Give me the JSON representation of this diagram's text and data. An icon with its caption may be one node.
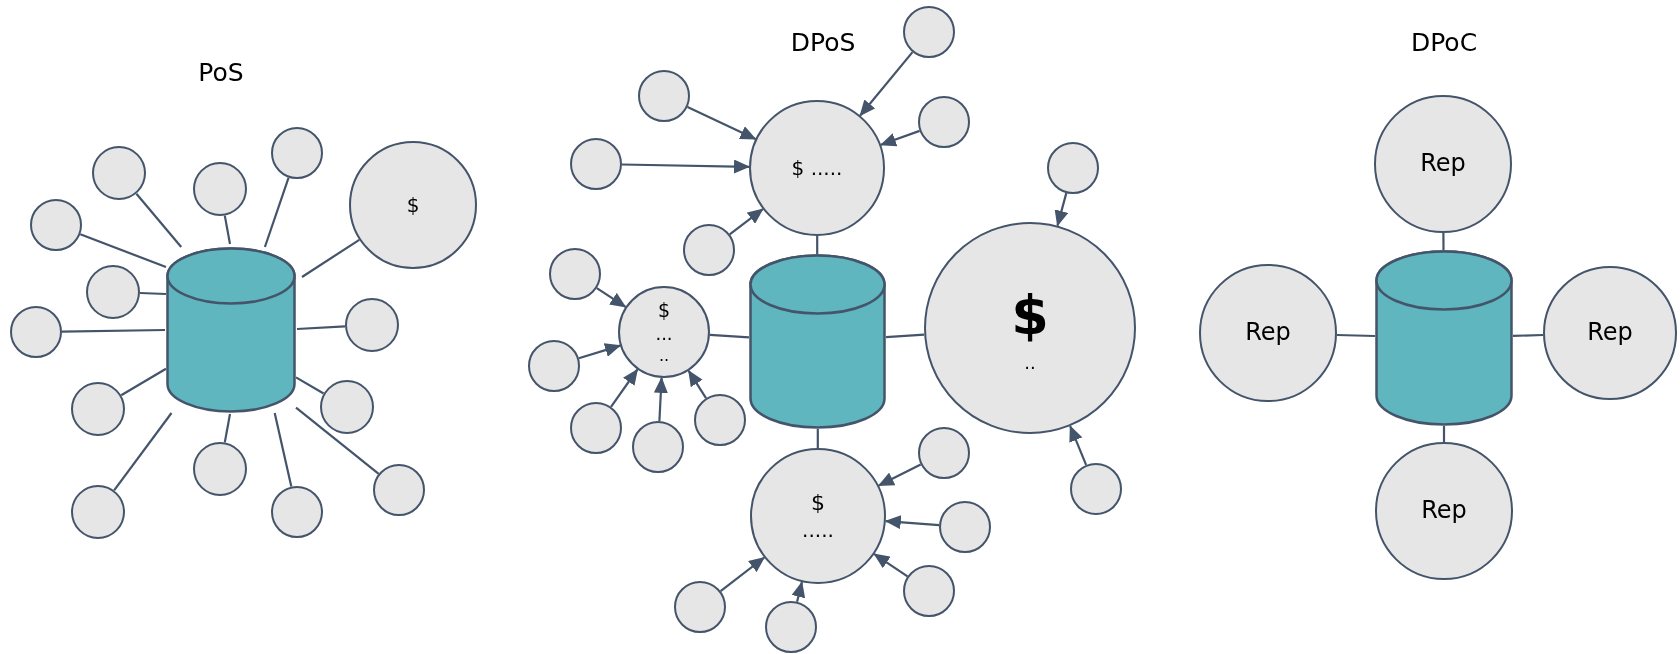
{
  "diagram": {
    "nodes": [
      {
        "text": [],
        "shape": "cylinder"
      },
      {
        "text": [],
        "shape": "circle"
      },
      {
        "text": [],
        "shape": "circle"
      },
      {
        "text": [],
        "shape": "circle"
      },
      {
        "text": [],
        "shape": "circle"
      },
      {
        "text": [
          "$"
        ]
      },
      {
        "text": [],
        "shape": "circle"
      },
      {
        "text": [],
        "shape": "circle"
      },
      {
        "text": [],
        "shape": "circle"
      },
      {
        "text": [],
        "shape": "circle"
      },
      {
        "text": [],
        "shape": "circle"
      },
      {
        "text": [],
        "shape": "circle"
      },
      {
        "text": [],
        "shape": "circle"
      },
      {
        "text": [],
        "shape": "circle"
      },
      {
        "text": [],
        "shape": "circle"
      },
      {
        "text": [
          "$ ....."
        ]
      },
      {
        "text": [],
        "shape": "cylinder"
      },
      {
        "text": [
          "$",
          "...",
          ".."
        ]
      },
      {
        "text": [
          "$",
          ".."
        ]
      },
      {
        "text": [
          "$",
          "....."
        ]
      },
      {
        "text": [],
        "shape": "circle"
      },
      {
        "text": [],
        "shape": "circle"
      },
      {
        "text": [],
        "shape": "circle"
      },
      {
        "text": [],
        "shape": "circle"
      },
      {
        "text": [],
        "shape": "circle"
      },
      {
        "text": [],
        "shape": "circle"
      },
      {
        "text": [],
        "shape": "circle"
      },
      {
        "text": [],
        "shape": "circle"
      },
      {
        "text": [],
        "shape": "circle"
      },
      {
        "text": [],
        "shape": "circle"
      },
      {
        "text": [],
        "shape": "circle"
      },
      {
        "text": [],
        "shape": "circle"
      },
      {
        "text": [],
        "shape": "circle"
      },
      {
        "text": [],
        "shape": "circle"
      },
      {
        "text": [],
        "shape": "circle"
      },
      {
        "text": [],
        "shape": "circle"
      },
      {
        "text": [],
        "shape": "circle"
      },
      {
        "text": [
          "Rep"
        ]
      },
      {
        "text": [],
        "shape": "cylinder"
      },
      {
        "text": [
          "Rep"
        ]
      },
      {
        "text": [
          "Rep"
        ]
      },
      {
        "text": [
          "Rep"
        ]
      }
    ],
    "edges": [
      {
        "from": 1,
        "to": 0,
        "arrow": "none"
      },
      {
        "from": 2,
        "to": 0,
        "arrow": "none"
      },
      {
        "from": 3,
        "to": 0,
        "arrow": "none"
      },
      {
        "from": 4,
        "to": 0,
        "arrow": "none"
      },
      {
        "from": 5,
        "to": 0,
        "arrow": "none"
      },
      {
        "from": 6,
        "to": 0,
        "arrow": "none"
      },
      {
        "from": 7,
        "to": 0,
        "arrow": "none"
      },
      {
        "from": 8,
        "to": 0,
        "arrow": "none"
      },
      {
        "from": 9,
        "to": 0,
        "arrow": "none"
      },
      {
        "from": 10,
        "to": 0,
        "arrow": "none"
      },
      {
        "from": 11,
        "to": 0,
        "arrow": "none"
      },
      {
        "from": 12,
        "to": 0,
        "arrow": "none"
      },
      {
        "from": 13,
        "to": 0,
        "arrow": "none"
      },
      {
        "from": 14,
        "to": 0,
        "arrow": "none"
      },
      {
        "from": 15,
        "to": 16,
        "arrow": "none"
      },
      {
        "from": 17,
        "to": 16,
        "arrow": "none"
      },
      {
        "from": 18,
        "to": 16,
        "arrow": "none"
      },
      {
        "from": 19,
        "to": 16,
        "arrow": "none"
      },
      {
        "from": 20,
        "to": 15,
        "arrow": "to"
      },
      {
        "from": 21,
        "to": 15,
        "arrow": "to"
      },
      {
        "from": 22,
        "to": 15,
        "arrow": "to"
      },
      {
        "from": 23,
        "to": 15,
        "arrow": "to"
      },
      {
        "from": 24,
        "to": 15,
        "arrow": "to"
      },
      {
        "from": 25,
        "to": 18,
        "arrow": "to"
      },
      {
        "from": 26,
        "to": 18,
        "arrow": "to"
      },
      {
        "from": 27,
        "to": 17,
        "arrow": "to"
      },
      {
        "from": 28,
        "to": 17,
        "arrow": "to"
      },
      {
        "from": 29,
        "to": 17,
        "arrow": "to"
      },
      {
        "from": 30,
        "to": 17,
        "arrow": "to"
      },
      {
        "from": 31,
        "to": 17,
        "arrow": "to"
      },
      {
        "from": 32,
        "to": 19,
        "arrow": "to"
      },
      {
        "from": 33,
        "to": 19,
        "arrow": "to"
      },
      {
        "from": 34,
        "to": 19,
        "arrow": "to"
      },
      {
        "from": 35,
        "to": 19,
        "arrow": "to"
      },
      {
        "from": 36,
        "to": 19,
        "arrow": "to"
      },
      {
        "from": 37,
        "to": 38,
        "arrow": "none"
      },
      {
        "from": 39,
        "to": 38,
        "arrow": "none"
      },
      {
        "from": 40,
        "to": 38,
        "arrow": "none"
      },
      {
        "from": 41,
        "to": 38,
        "arrow": "none"
      }
    ],
    "labels": [
      "PoS",
      "DPoS",
      "DPoC"
    ]
  }
}
